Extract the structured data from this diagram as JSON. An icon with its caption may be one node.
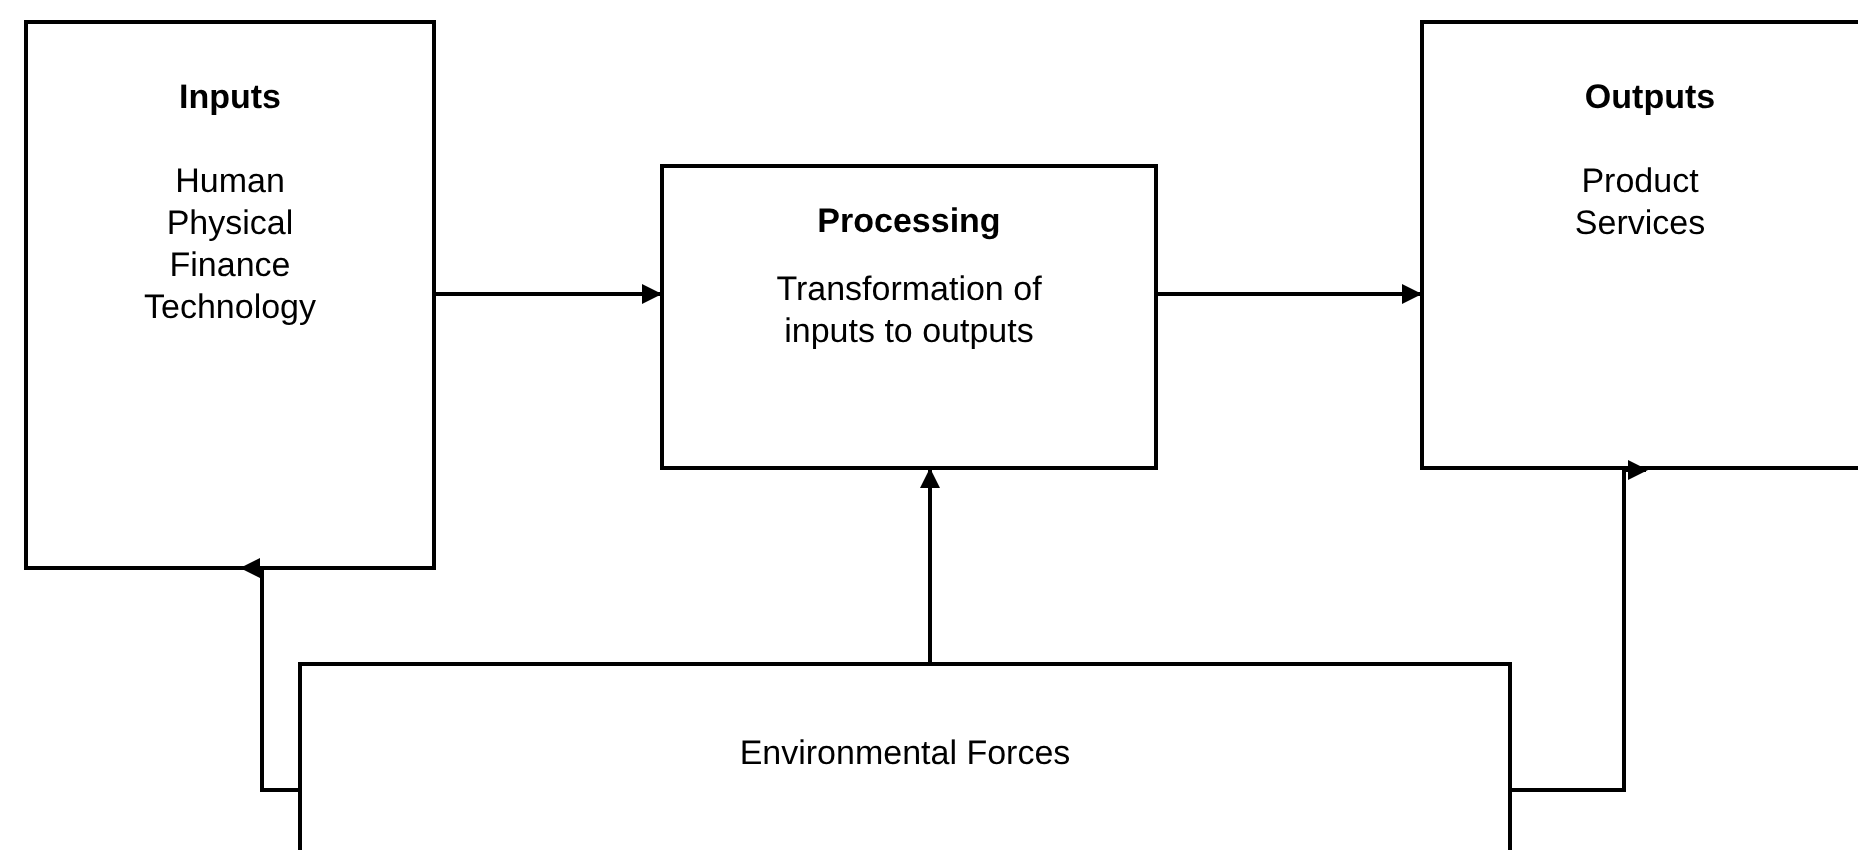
{
  "diagram": {
    "nodes": [
      {
        "text": [
          "Inputs",
          "Human Physical Finance Technology"
        ]
      },
      {
        "text": [
          "Processing",
          "Transformation of inputs to outputs"
        ]
      },
      {
        "text": [
          "Outputs",
          "Product Services"
        ]
      },
      {
        "text": [
          "Environmental Forces"
        ]
      }
    ],
    "edges": [
      {
        "from": 0,
        "to": 1,
        "arrow": "to"
      },
      {
        "from": 1,
        "to": 2,
        "arrow": "to"
      },
      {
        "from": 3,
        "to": 0,
        "arrow": "to"
      },
      {
        "from": 3,
        "to": 1,
        "arrow": "to"
      },
      {
        "from": 3,
        "to": 2,
        "arrow": "to"
      }
    ]
  }
}
